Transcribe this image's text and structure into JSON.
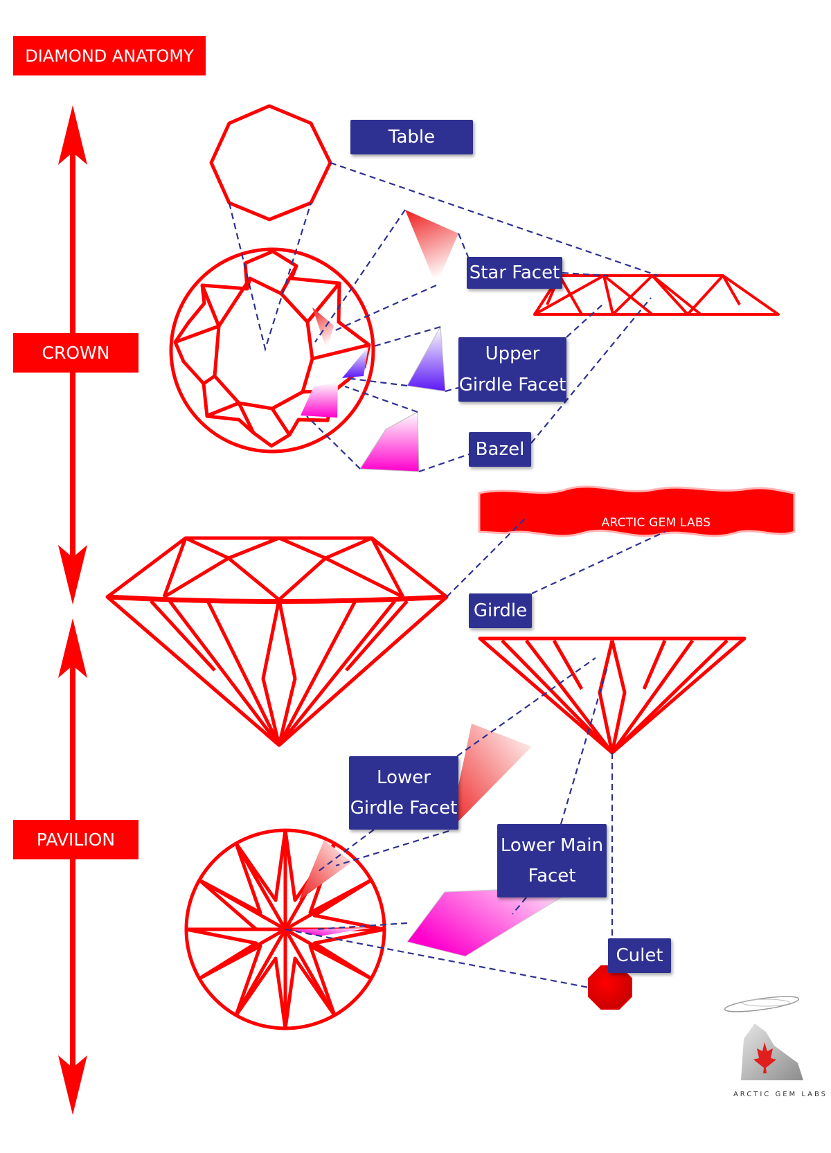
{
  "title": "DIAMOND ANATOMY",
  "sections": {
    "crown": "CROWN",
    "pavilion": "PAVILION"
  },
  "labels": {
    "table": "Table",
    "star_facet": "Star Facet",
    "upper_girdle_facet": "Upper Girdle Facet",
    "bazel": "Bazel",
    "girdle": "Girdle",
    "lower_girdle_facet": "Lower Girdle Facet",
    "lower_main_facet": "Lower Main Facet",
    "culet": "Culet"
  },
  "brand": {
    "banner": "ARCTIC GEM LABS",
    "logo": "ARCTIC GEM LABS"
  },
  "colors": {
    "accent": "#ff0000",
    "label_bg": "#2e3192",
    "leader_line": "#2e3192",
    "star_facet": "#ff0000",
    "upper_girdle_facet": "#5b2bf0",
    "bazel": "#ff00cc",
    "maple_leaf": "#e01e1e"
  },
  "icons": {
    "logo": "maple-leaf-icon",
    "arrow": "double-arrow-icon"
  }
}
